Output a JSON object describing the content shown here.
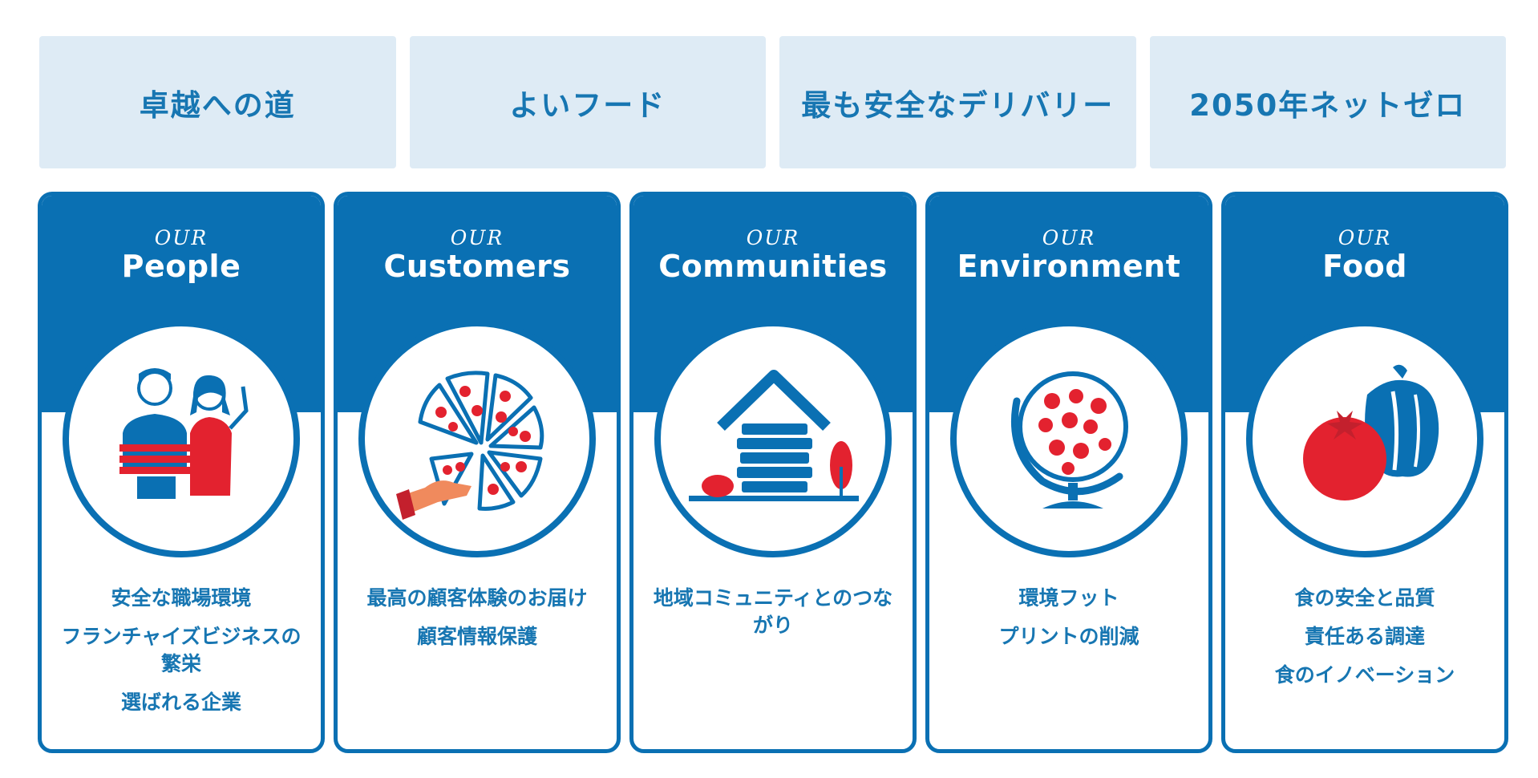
{
  "pillars": [
    "卓越への道",
    "よいフード",
    "最も安全なデリバリー",
    "2050年ネットゼロ"
  ],
  "cards": [
    {
      "our": "OUR",
      "title": "People",
      "icon": "people-icon",
      "items": [
        "安全な職場環境",
        "フランチャイズビジネスの繁栄",
        "選ばれる企業"
      ]
    },
    {
      "our": "OUR",
      "title": "Customers",
      "icon": "pizza-icon",
      "items": [
        "最高の顧客体験のお届け",
        "顧客情報保護"
      ]
    },
    {
      "our": "OUR",
      "title": "Communities",
      "icon": "house-icon",
      "items": [
        "地域コミュニティとのつながり"
      ]
    },
    {
      "our": "OUR",
      "title": "Environment",
      "icon": "globe-icon",
      "items": [
        "環境フット",
        "プリントの削減"
      ]
    },
    {
      "our": "OUR",
      "title": "Food",
      "icon": "vegetables-icon",
      "items": [
        "食の安全と品質",
        "責任ある調達",
        "食のイノベーション"
      ]
    }
  ],
  "colors": {
    "brand_blue": "#0a70b3",
    "light_blue": "#deebf5",
    "accent_red": "#e3222f"
  }
}
